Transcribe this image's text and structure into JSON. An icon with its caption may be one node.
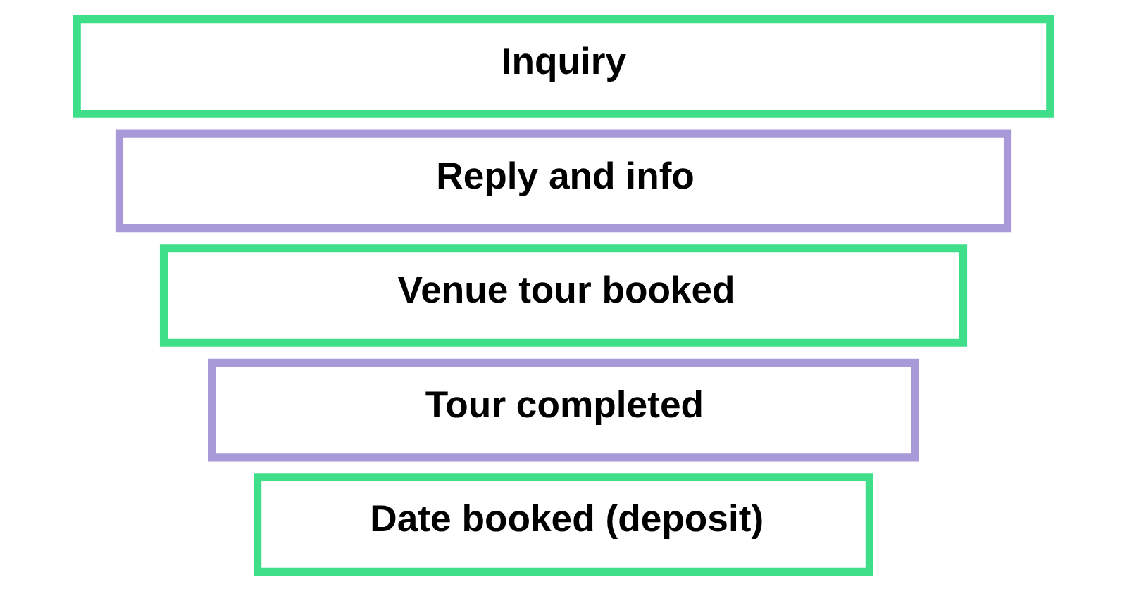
{
  "diagram": {
    "nodes": [
      {
        "text": [
          "Inquiry"
        ]
      },
      {
        "text": [
          "Reply and info"
        ]
      },
      {
        "text": [
          "Venue tour booked"
        ]
      },
      {
        "text": [
          "Tour completed"
        ]
      },
      {
        "text": [
          "Date booked (deposit)"
        ]
      }
    ],
    "edges": []
  }
}
